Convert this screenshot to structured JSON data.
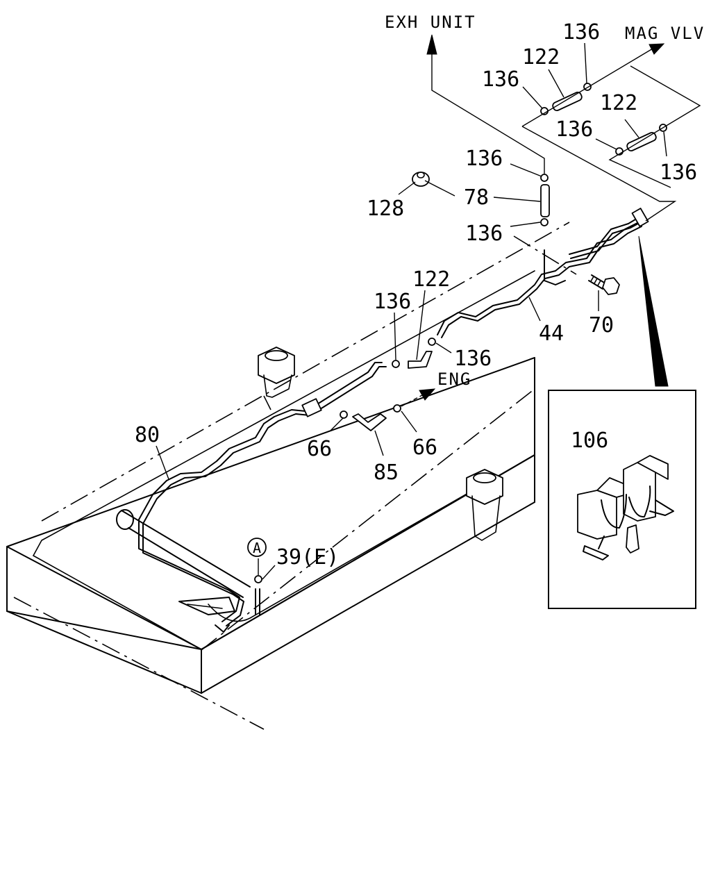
{
  "destinations": {
    "exh_unit": "EXH UNIT",
    "mag_vlv": "MAG VLV",
    "eng": "ENG"
  },
  "callouts": {
    "c136_top": "136",
    "c122_top": "122",
    "c136_left": "136",
    "c122_right": "122",
    "c136_mid": "136",
    "c136_right": "136",
    "c136_a": "136",
    "c128": "128",
    "c78": "78",
    "c136_b": "136",
    "c122_mid": "122",
    "c136_c": "136",
    "c136_d": "136",
    "c44": "44",
    "c70": "70",
    "c80": "80",
    "c66_left": "66",
    "c66_right": "66",
    "c85": "85",
    "c39": "39(E)",
    "ref_a": "A",
    "c106": "106"
  }
}
